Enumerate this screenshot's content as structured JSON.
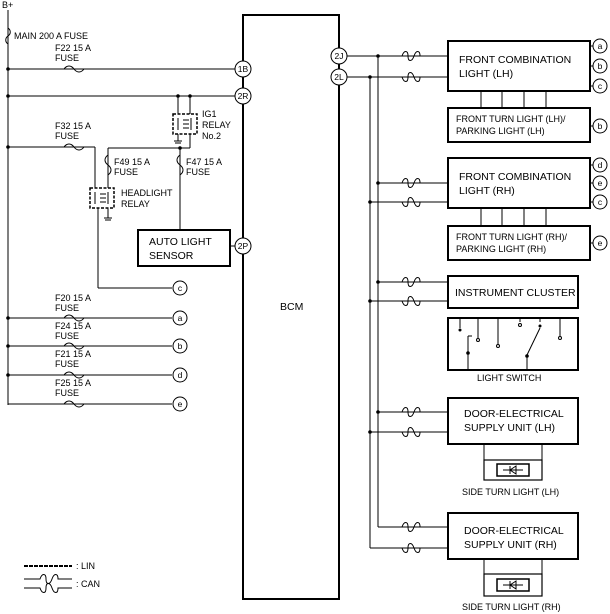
{
  "power": {
    "b_plus": "B+",
    "main_fuse": "MAIN 200 A FUSE"
  },
  "fuses": {
    "f22": [
      "F22 15 A",
      "FUSE"
    ],
    "f32": [
      "F32 15 A",
      "FUSE"
    ],
    "f49": [
      "F49 15 A",
      "FUSE"
    ],
    "f47": [
      "F47 15 A",
      "FUSE"
    ],
    "f20": [
      "F20 15 A",
      "FUSE"
    ],
    "f24": [
      "F24 15 A",
      "FUSE"
    ],
    "f21": [
      "F21 15 A",
      "FUSE"
    ],
    "f25": [
      "F25 15 A",
      "FUSE"
    ]
  },
  "relays": {
    "ig1": [
      "IG1",
      "RELAY",
      "No.2"
    ],
    "headlight": [
      "HEADLIGHT",
      "RELAY"
    ]
  },
  "sensor": [
    "AUTO LIGHT",
    "SENSOR"
  ],
  "bcm": {
    "label": "BCM",
    "pins": {
      "p1b": "1B",
      "p2r": "2R",
      "p2p": "2P",
      "p2j": "2J",
      "p2l": "2L"
    }
  },
  "units": {
    "fcl_lh": [
      "FRONT COMBINATION",
      "LIGHT (LH)"
    ],
    "ftl_lh": [
      "FRONT TURN LIGHT (LH)/",
      "PARKING LIGHT (LH)"
    ],
    "fcl_rh": [
      "FRONT COMBINATION",
      "LIGHT (RH)"
    ],
    "ftl_rh": [
      "FRONT TURN LIGHT (RH)/",
      "PARKING LIGHT (RH)"
    ],
    "cluster": "INSTRUMENT CLUSTER",
    "light_switch": "LIGHT SWITCH",
    "desu_lh": [
      "DOOR-ELECTRICAL",
      "SUPPLY UNIT (LH)"
    ],
    "stl_lh": "SIDE TURN LIGHT (LH)",
    "desu_rh": [
      "DOOR-ELECTRICAL",
      "SUPPLY UNIT (RH)"
    ],
    "stl_rh": "SIDE TURN LIGHT (RH)"
  },
  "connectors": {
    "a": "a",
    "b": "b",
    "c": "c",
    "d": "d",
    "e": "e"
  },
  "legend": {
    "lin": ": LIN",
    "can": ": CAN"
  }
}
